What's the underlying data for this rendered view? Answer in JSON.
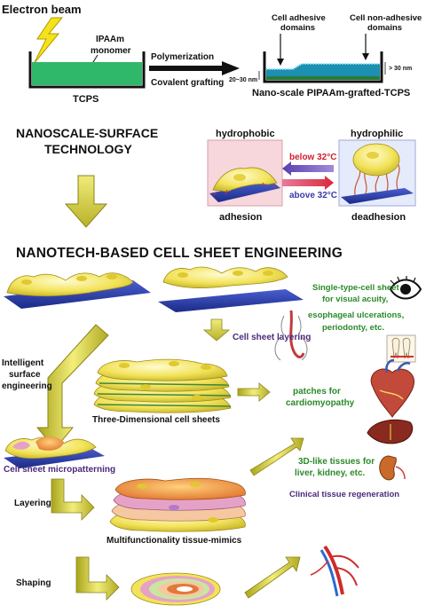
{
  "top": {
    "electron_beam": "Electron beam",
    "monomer_1": "IPAAm",
    "monomer_2": "monomer",
    "polymerization": "Polymerization",
    "covalent_grafting": "Covalent grafting",
    "tcps": "TCPS",
    "adhesive_1": "Cell adhesive",
    "adhesive_2": "domains",
    "nonadhesive_1": "Cell non-adhesive",
    "nonadhesive_2": "domains",
    "dim_nm": "20~30 nm",
    "dim_gt": "> 30 nm",
    "grafted_caption": "Nano-scale PIPAAm-grafted-TCPS"
  },
  "nanoscale": {
    "title_1": "NANOSCALE-SURFACE",
    "title_2": "TECHNOLOGY",
    "hydrophobic": "hydrophobic",
    "hydrophilic": "hydrophilic",
    "below": "below 32°C",
    "above": "above 32°C",
    "adhesion": "adhesion",
    "deadhesion": "deadhesion"
  },
  "engineering": {
    "title": "NANOTECH-BASED CELL SHEET ENGINEERING",
    "single_1": "Single-type-cell sheet",
    "single_2": "for visual acuity,",
    "esophageal": "esophageal ulcerations,",
    "periodonty": "periodonty, etc.",
    "layering_label": "Cell sheet layering",
    "intelligent_1": "Intelligent",
    "intelligent_2": "surface",
    "intelligent_3": "engineering",
    "patches_1": "patches for",
    "patches_2": "cardiomyopathy",
    "three_d": "Three-Dimensional cell sheets",
    "micropatterning": "Cell sheet micropatterning",
    "tissues_1": "3D-like tissues for",
    "tissues_2": "liver, kidney, etc.",
    "clinical": "Clinical tissue regeneration",
    "layering": "Layering",
    "multifunctionality": "Multifunctionality tissue-mimics",
    "shaping": "Shaping"
  },
  "colors": {
    "green_text": "#2a8a2a",
    "purple_text": "#4b2a7a",
    "arrow_yellow": "#d8d23a",
    "substrate_blue": "#2438a0",
    "cell_yellow": "#f2e35a"
  }
}
